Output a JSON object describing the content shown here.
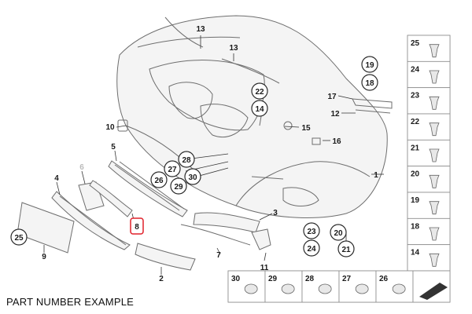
{
  "caption": "PART NUMBER EXAMPLE",
  "callouts": {
    "p1": "1",
    "p2": "2",
    "p3": "3",
    "p4": "4",
    "p5": "5",
    "p6": "6",
    "p7": "7",
    "p8": "8",
    "p9": "9",
    "p10": "10",
    "p11": "11",
    "p12": "12",
    "p13a": "13",
    "p13b": "13",
    "p14": "14",
    "p15": "15",
    "p16": "16",
    "p17": "17",
    "p18": "18",
    "p19": "19",
    "p20": "20",
    "p21": "21",
    "p22": "22",
    "p23": "23",
    "p24": "24",
    "p25": "25",
    "p26": "26",
    "p27": "27",
    "p28": "28",
    "p29": "29",
    "p30": "30"
  },
  "side_panel": [
    "25",
    "24",
    "23",
    "22",
    "21",
    "20",
    "19",
    "18",
    "14"
  ],
  "bottom_row": [
    "30",
    "29",
    "28",
    "27",
    "26"
  ],
  "highlight_color": "#e0202a"
}
